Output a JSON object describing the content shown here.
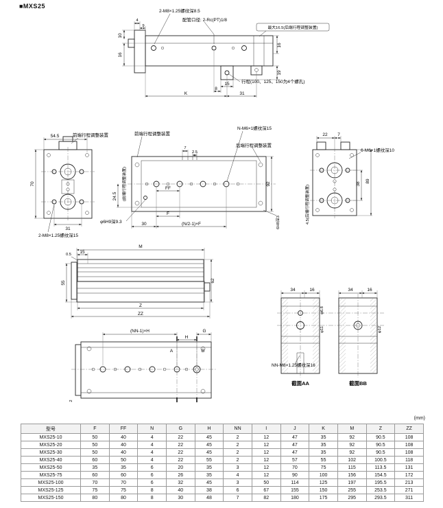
{
  "page": {
    "title": "■MXS25",
    "unit_note": "(mm)"
  },
  "top_view": {
    "thread_note": "2-M8×1.25螺纹深8.5",
    "port_note": "配管口径: 2-Rc(PT)1/8",
    "max_note": "最大16.5(后端行程调整装置)",
    "stroke_note": "行程(100、125、150为4个螺孔)",
    "dims": {
      "d4": "4",
      "d9": "9",
      "d10": "10",
      "d16_left": "16",
      "d16_right": "16",
      "d19": "19",
      "d8": "8",
      "d15": "15",
      "dK": "K",
      "d31": "31"
    }
  },
  "front_view": {
    "adjuster_note": "前端行程调整装置",
    "thread_note": "2-M8×1.25螺纹深15",
    "dims": {
      "d54_5": "54.5",
      "d70": "70",
      "d31": "31"
    }
  },
  "plan_view": {
    "front_adjuster_note": "前端行程调整装置",
    "rear_adjuster_note": "后端行程调整装置",
    "thread_note": "N-M6×1螺纹深15",
    "side_note": "(前端行程调整装置)",
    "hole_note": "φ6H9深9.3",
    "slot_note": "6H8深3",
    "dims": {
      "d7": "7",
      "d2_5": "2.5",
      "d24_5": "24.5",
      "d92": "92",
      "dFF": "FF",
      "dF": "F",
      "d30": "30",
      "dNF": "(N/2-1)×F"
    }
  },
  "rear_view": {
    "thread_note": "6-M6×1螺纹深10",
    "side_note": "4.5(后端行程调整装置)",
    "dims": {
      "d22": "22",
      "d7": "7",
      "d38": "38",
      "d89": "89"
    }
  },
  "side_view": {
    "dims": {
      "d0_5": "0.5",
      "d15": "15",
      "dM": "M",
      "d62": "62",
      "d55": "55",
      "dZ": "Z",
      "dZZ": "ZZ"
    }
  },
  "bottom_view": {
    "dims": {
      "dNNH": "(NN-1)×H",
      "dH": "H",
      "dG": "G",
      "d2": "2",
      "A": "A",
      "B": "B"
    }
  },
  "sections": {
    "thread_note": "NN-M8×1.25螺纹深16",
    "aa": {
      "title": "截面AA",
      "d34": "34",
      "d16": "16",
      "dia1": "φ6.8",
      "dia2": "φ11"
    },
    "bb": {
      "title": "截面BB",
      "d34": "34",
      "d16": "16",
      "dia": "φ12"
    }
  },
  "table": {
    "columns": [
      "型号",
      "F",
      "FF",
      "N",
      "G",
      "H",
      "NN",
      "I",
      "J",
      "K",
      "M",
      "Z",
      "ZZ"
    ],
    "rows": [
      [
        "MXS25-10",
        "50",
        "40",
        "4",
        "22",
        "45",
        "2",
        "12",
        "47",
        "35",
        "92",
        "90.5",
        "108"
      ],
      [
        "MXS25-20",
        "50",
        "40",
        "4",
        "22",
        "45",
        "2",
        "12",
        "47",
        "35",
        "92",
        "90.5",
        "108"
      ],
      [
        "MXS25-30",
        "50",
        "40",
        "4",
        "22",
        "45",
        "2",
        "12",
        "47",
        "35",
        "92",
        "90.5",
        "108"
      ],
      [
        "MXS25-40",
        "60",
        "50",
        "4",
        "22",
        "55",
        "2",
        "12",
        "57",
        "55",
        "102",
        "100.5",
        "118"
      ],
      [
        "MXS25-50",
        "35",
        "35",
        "6",
        "20",
        "35",
        "3",
        "12",
        "70",
        "75",
        "115",
        "113.5",
        "131"
      ],
      [
        "MXS25-75",
        "60",
        "60",
        "6",
        "26",
        "35",
        "4",
        "12",
        "90",
        "100",
        "156",
        "154.5",
        "172"
      ],
      [
        "MXS25-100",
        "70",
        "70",
        "6",
        "32",
        "45",
        "3",
        "50",
        "114",
        "125",
        "197",
        "195.5",
        "213"
      ],
      [
        "MXS25-125",
        "75",
        "75",
        "8",
        "40",
        "38",
        "6",
        "67",
        "155",
        "150",
        "255",
        "253.5",
        "271"
      ],
      [
        "MXS25-150",
        "80",
        "80",
        "8",
        "30",
        "48",
        "7",
        "82",
        "180",
        "175",
        "295",
        "293.5",
        "311"
      ]
    ]
  }
}
